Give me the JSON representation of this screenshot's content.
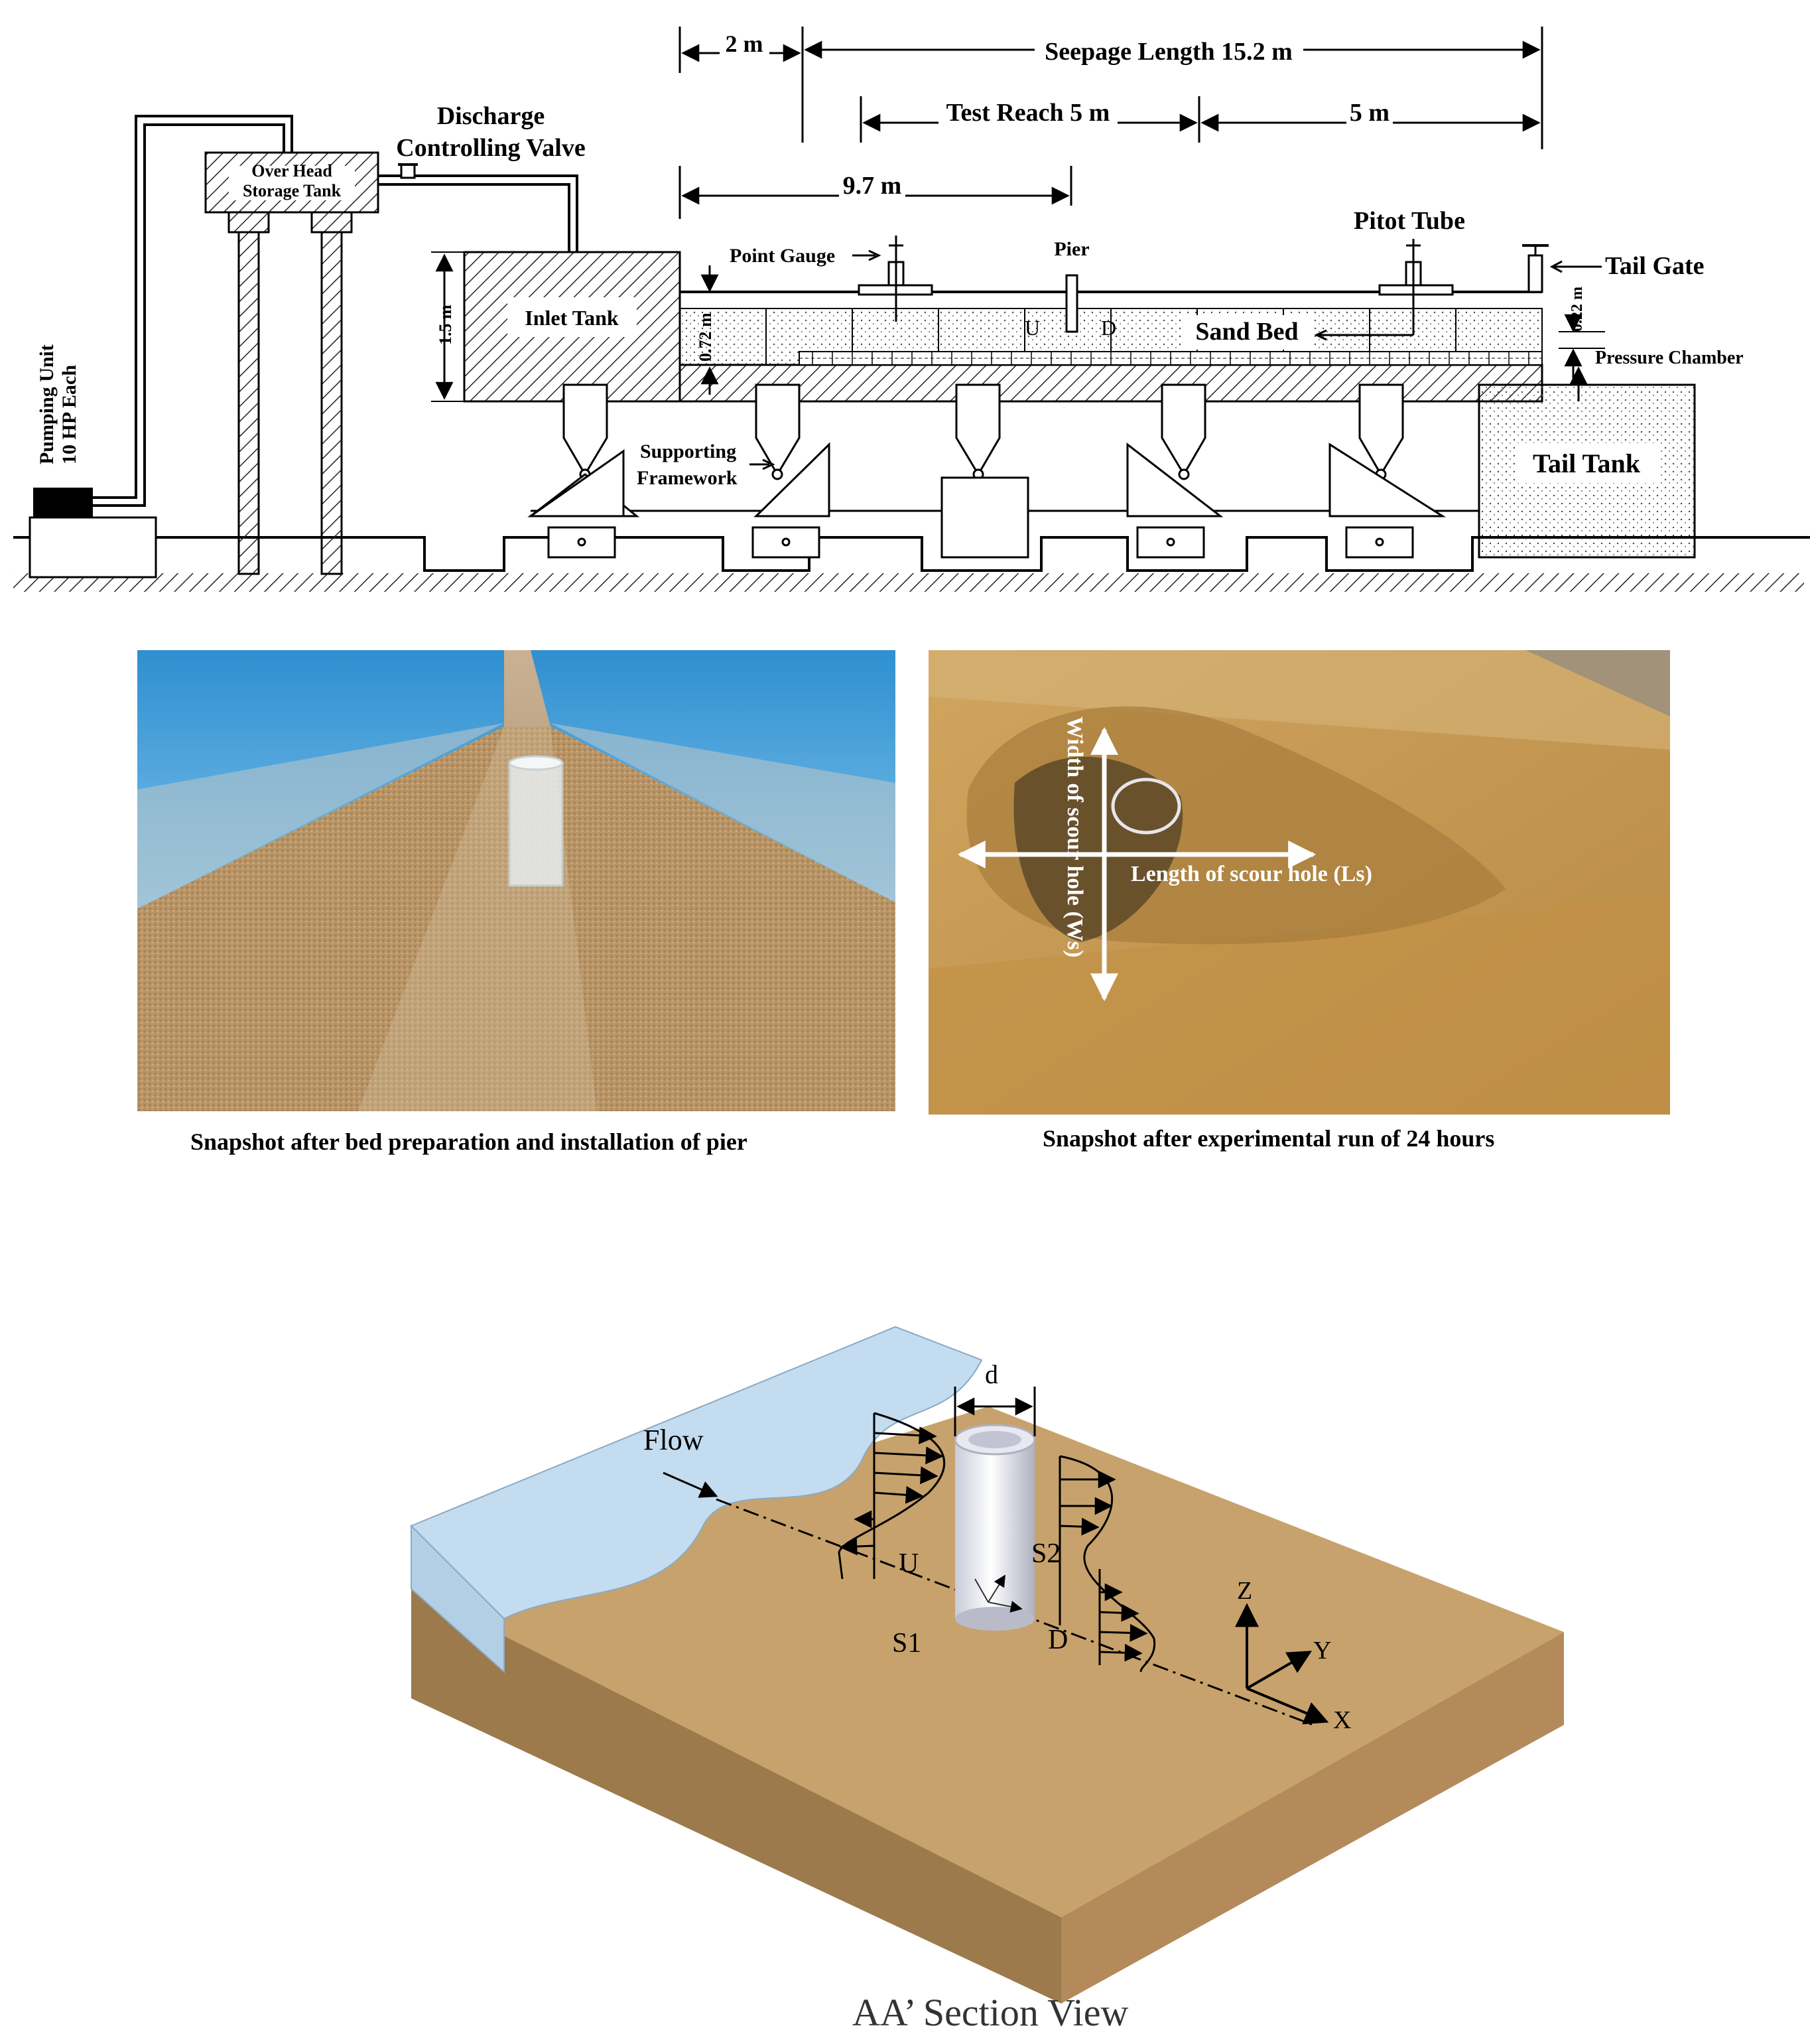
{
  "schematic": {
    "dim_2m": "2 m",
    "seepage_length": "Seepage Length 15.2 m",
    "test_reach": "Test Reach 5 m",
    "dim_5m": "5 m",
    "dim_9_7m": "9.7 m",
    "discharge_valve_line1": "Discharge",
    "discharge_valve_line2": "Controlling Valve",
    "overhead_tank_line1": "Over Head",
    "overhead_tank_line2": "Storage Tank",
    "point_gauge": "Point Gauge",
    "pier": "Pier",
    "pitot_tube": "Pitot Tube",
    "tail_gate": "Tail Gate",
    "inlet_tank": "Inlet Tank",
    "dim_1_5m": "1.5 m",
    "dim_0_72m": "0.72 m",
    "marker_u": "U",
    "marker_d": "D",
    "sand_bed": "Sand Bed",
    "dim_0_22m": "0.22 m",
    "pressure_chamber": "Pressure Chamber",
    "pumping_unit_line1": "Pumping Unit",
    "pumping_unit_line2": "10 HP Each",
    "supporting_line1": "Supporting",
    "supporting_line2": "Framework",
    "tail_tank": "Tail Tank"
  },
  "photos": {
    "left_caption": "Snapshot after bed preparation and installation of pier",
    "right_caption": "Snapshot after experimental run of 24 hours",
    "width_label": "Width of scour hole (Ws)",
    "length_label": "Length of scour hole (Ls)"
  },
  "section_view": {
    "flow": "Flow",
    "d": "d",
    "u": "U",
    "s2": "S2",
    "s1": "S1",
    "dn": "D",
    "z": "Z",
    "y": "Y",
    "x": "X",
    "title": "AA’ Section View"
  },
  "colors": {
    "sand_top": "#c39b63",
    "sand_side": "#9c7a4c",
    "water": "#c4dcef",
    "flume_blue": "#3e9ad2",
    "scour_sand": "#c79a4e"
  }
}
